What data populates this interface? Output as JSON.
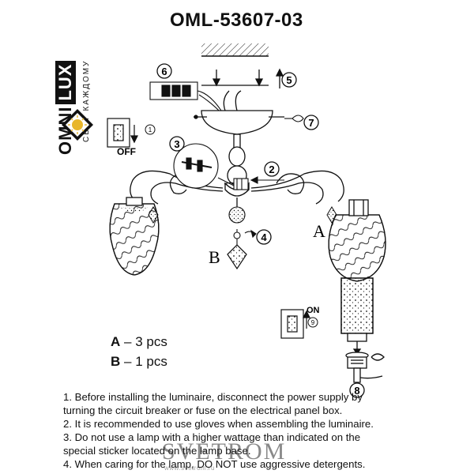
{
  "brand": {
    "name_part1": "OMNI",
    "name_part2": "LUX",
    "tagline": "СВЕТ КАЖДОМУ"
  },
  "model": "OML-53607-03",
  "diagram": {
    "steps": [
      "1",
      "2",
      "3",
      "4",
      "5",
      "6",
      "7",
      "8",
      "9"
    ],
    "switch_off_label": "OFF",
    "switch_on_label": "ON",
    "part_a_label": "A",
    "part_b_label": "B"
  },
  "legend": [
    {
      "part": "A",
      "qty": "– 3 pcs"
    },
    {
      "part": "B",
      "qty": "– 1 pcs"
    }
  ],
  "instructions": [
    "1. Before installing the luminaire, disconnect the power supply by",
    "turning the circuit breaker or fuse on the electrical panel box.",
    "2. It is recommended to use gloves when assembling the luminaire.",
    "3. Do not use a lamp with a higher wattage than indicated on the",
    "special sticker located on the lamp base.",
    "4. When caring for the lamp, DO NOT use aggressive detergents."
  ],
  "watermark": {
    "text": "SVETROM",
    "sub": "www.svetrom.ru"
  },
  "colors": {
    "ink": "#111111",
    "logo_gold": "#e8b62a"
  }
}
